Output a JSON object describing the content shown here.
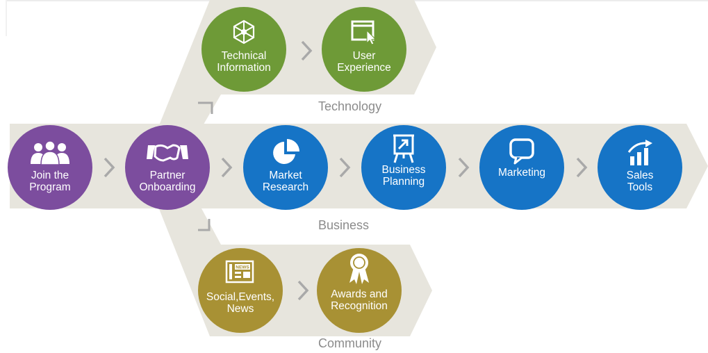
{
  "colors": {
    "band": "#e7e5dd",
    "join": "#7c4d9e",
    "technology": "#6e9a37",
    "business": "#1674c6",
    "community": "#a89134",
    "chevron": "#a9a9a9",
    "label": "#8b8b8b"
  },
  "steps": {
    "join": {
      "label": "Join the\nProgram",
      "icon": "people-icon"
    },
    "onboarding": {
      "label": "Partner\nOnboarding",
      "icon": "handshake-icon"
    },
    "technical": {
      "label": "Technical\nInformation",
      "icon": "network-icon"
    },
    "user_experience": {
      "label": "User\nExperience",
      "icon": "cursor-window-icon"
    },
    "market_research": {
      "label": "Market\nResearch",
      "icon": "pie-chart-icon"
    },
    "business_planning": {
      "label": "Business\nPlanning",
      "icon": "flipchart-icon"
    },
    "marketing": {
      "label": "Marketing",
      "icon": "speech-bubble-icon"
    },
    "sales_tools": {
      "label": "Sales\nTools",
      "icon": "growth-chart-icon"
    },
    "social": {
      "label": "Social,Events,\nNews",
      "icon": "newspaper-icon"
    },
    "awards": {
      "label": "Awards and\nRecognition",
      "icon": "award-ribbon-icon"
    }
  },
  "sections": {
    "technology": "Technology",
    "business": "Business",
    "community": "Community"
  }
}
